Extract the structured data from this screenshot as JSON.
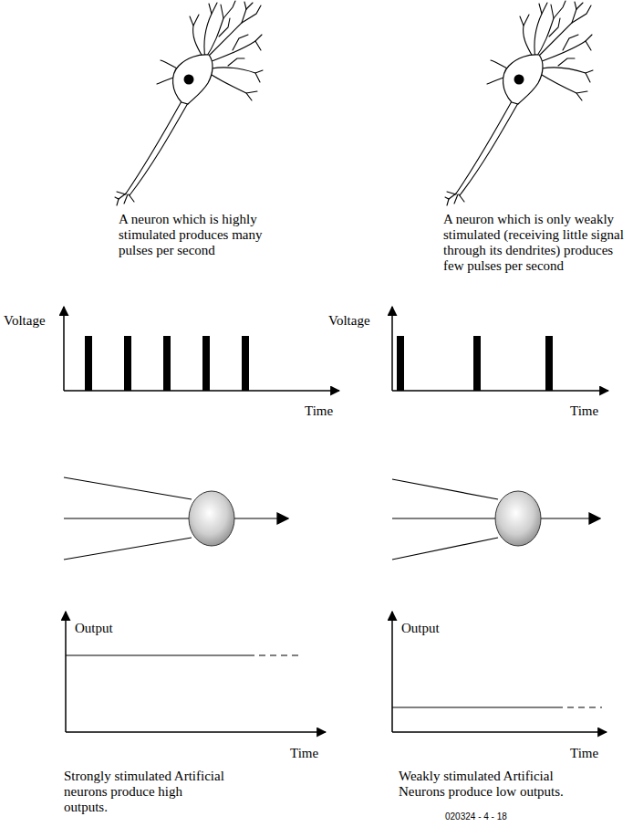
{
  "diagram": {
    "labels": [
      "A neuron which is highly stimulated produces many pulses per second",
      "A neuron which is only weakly stimulated (receiving little signal through its dendrites) produces few pulses per second",
      "Voltage",
      "Time",
      "Voltage",
      "Time",
      "Output",
      "Time",
      "Output",
      "Time",
      "Strongly stimulated Artificial neurons produce high outputs.",
      "Weakly stimulated Artificial Neurons produce low outputs.",
      "020324 - 4 - 18"
    ]
  }
}
